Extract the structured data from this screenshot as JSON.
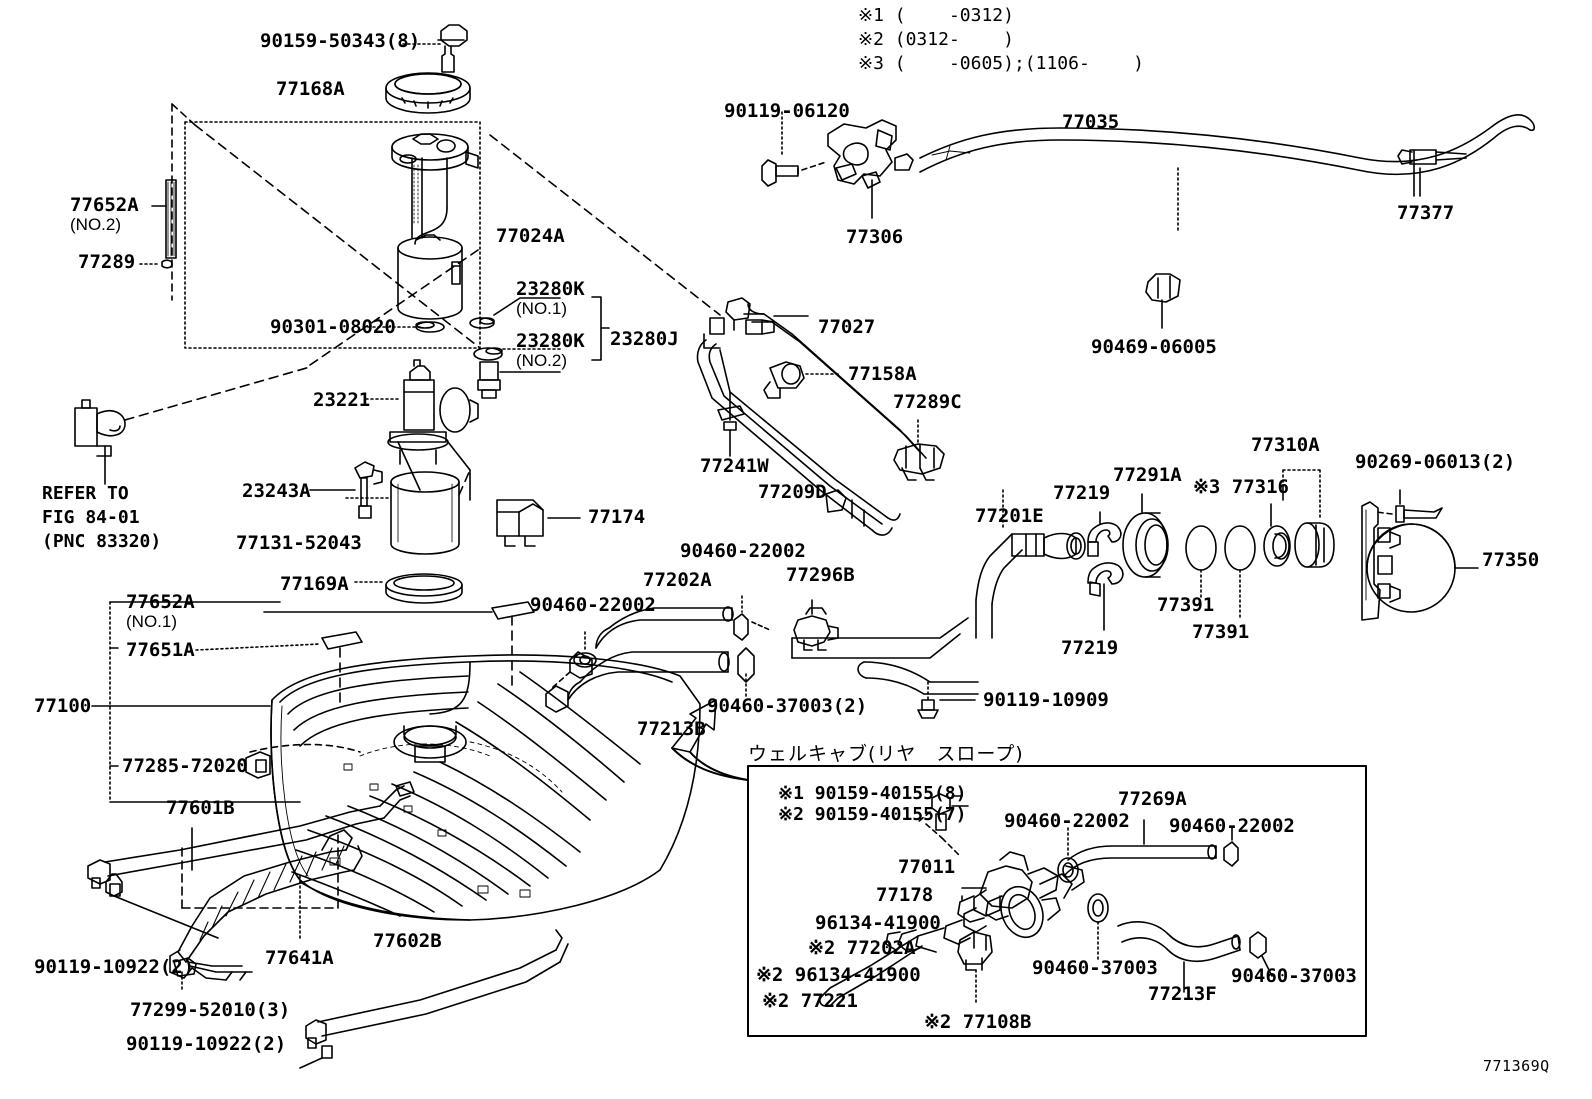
{
  "diagram": {
    "code": "771369Q",
    "inset_title": "ウェルキャブ(リヤ　スロープ)",
    "refer_note": "REFER TO\nFIG 84-01\n(PNC 83320)"
  },
  "legend": {
    "note1": "※1 (    -0312)",
    "note2": "※2 (0312-    )",
    "note3": "※3 (    -0605);(1106-    )"
  },
  "labels": {
    "p90159_50343": "90159-50343(8)",
    "p77168A": "77168A",
    "p77652A_no2": "77652A",
    "p77652A_no2_sub": "(NO.2)",
    "p77289": "77289",
    "p77024A": "77024A",
    "p90301_08020": "90301-08020",
    "p23280K_no1": "23280K",
    "p23280K_no1_sub": "(NO.1)",
    "p23280K_no2": "23280K",
    "p23280K_no2_sub": "(NO.2)",
    "p23280J": "23280J",
    "p23221": "23221",
    "p23243A": "23243A",
    "p77131_52043": "77131-52043",
    "p77174": "77174",
    "p77169A": "77169A",
    "p77652A_no1": "77652A",
    "p77652A_no1_sub": "(NO.1)",
    "p77651A": "77651A",
    "p77100": "77100",
    "p77285_72020": "77285-72020",
    "p77601B": "77601B",
    "p90119_10922_a": "90119-10922(2)",
    "p77299_52010": "77299-52010(3)",
    "p90119_10922_b": "90119-10922(2)",
    "p77641A": "77641A",
    "p77602B": "77602B",
    "p90460_22002_a": "90460-22002",
    "p90460_22002_b": "90460-22002",
    "p77202A": "77202A",
    "p77296B": "77296B",
    "p77213B": "77213B",
    "p90460_37003_2": "90460-37003(2)",
    "p90119_10909": "90119-10909",
    "p90119_06120": "90119-06120",
    "p77306": "77306",
    "p77035": "77035",
    "p77377": "77377",
    "p90469_06005": "90469-06005",
    "p77027": "77027",
    "p77158A": "77158A",
    "p77289C": "77289C",
    "p77241W": "77241W",
    "p77209D": "77209D",
    "p77201E": "77201E",
    "p77219_top": "77219",
    "p77219_bottom": "77219",
    "p77291A": "77291A",
    "p77316": "※3 77316",
    "p77310A": "77310A",
    "p77391_a": "77391",
    "p77391_b": "77391",
    "p90269_06013": "90269-06013(2)",
    "p77350": "77350"
  },
  "inset": {
    "n1_90159_40155": "※1 90159-40155(8)",
    "n2_90159_40155": "※2 90159-40155(7)",
    "p90460_22002_c": "90460-22002",
    "p77269A": "77269A",
    "p90460_22002_d": "90460-22002",
    "p77011": "77011",
    "p77178": "77178",
    "p96134_41900": "96134-41900",
    "p77202A_n2": "※2 77202A",
    "p96134_41900_n2": "※2 96134-41900",
    "p77221_n2": "※2 77221",
    "p77108B_n2": "※2 77108B",
    "p90460_37003_a": "90460-37003",
    "p77213F": "77213F",
    "p90460_37003_b": "90460-37003"
  }
}
